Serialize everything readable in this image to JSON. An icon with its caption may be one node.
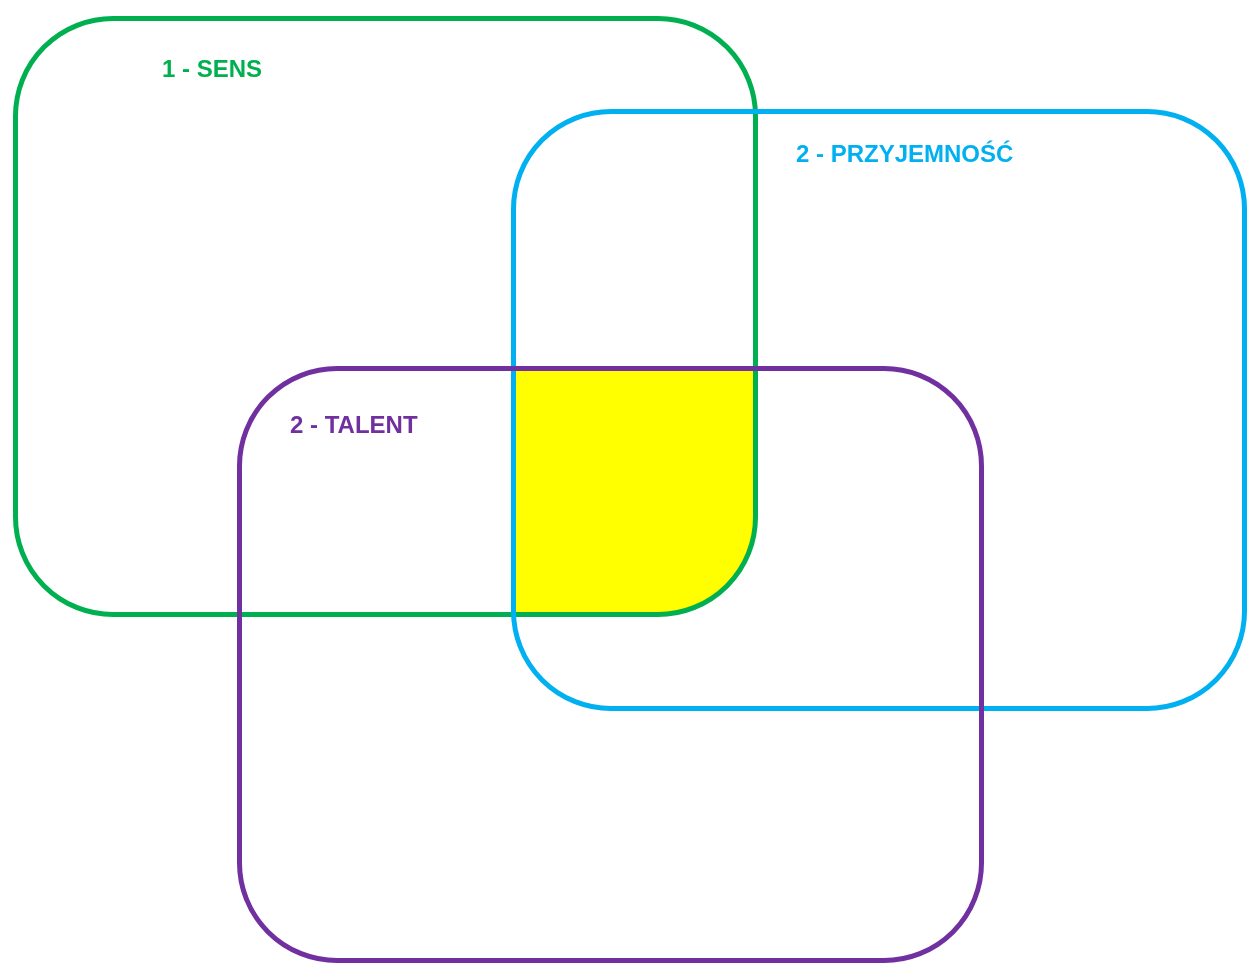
{
  "diagram": {
    "nodes": [
      {
        "text": [
          "1 - SENS"
        ]
      },
      {
        "text": [
          "2 - PRZYJEMNOŚĆ"
        ]
      },
      {
        "text": [
          "2 - TALENT"
        ]
      },
      {
        "text": [],
        "shape": "box"
      }
    ]
  }
}
